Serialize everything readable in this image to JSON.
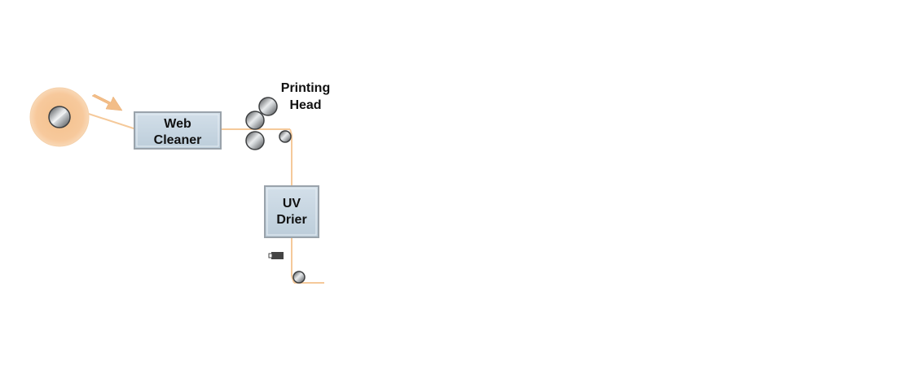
{
  "diagram": {
    "web_cleaner": {
      "line1": "Web",
      "line2": "Cleaner"
    },
    "printing_head": {
      "line1": "Printing",
      "line2": "Head"
    },
    "uv_drier": {
      "line1": "UV",
      "line2": "Drier"
    }
  },
  "colors": {
    "web_strip": "#f5c99a",
    "roll_outer": "#f7c694",
    "box_fill": "#c7d6e3",
    "box_border": "#9aa3ab",
    "roller_dark": "#5d6063",
    "roller_light": "#e6e8ea",
    "arrow": "#f2bd88",
    "sensor": "#444444"
  }
}
